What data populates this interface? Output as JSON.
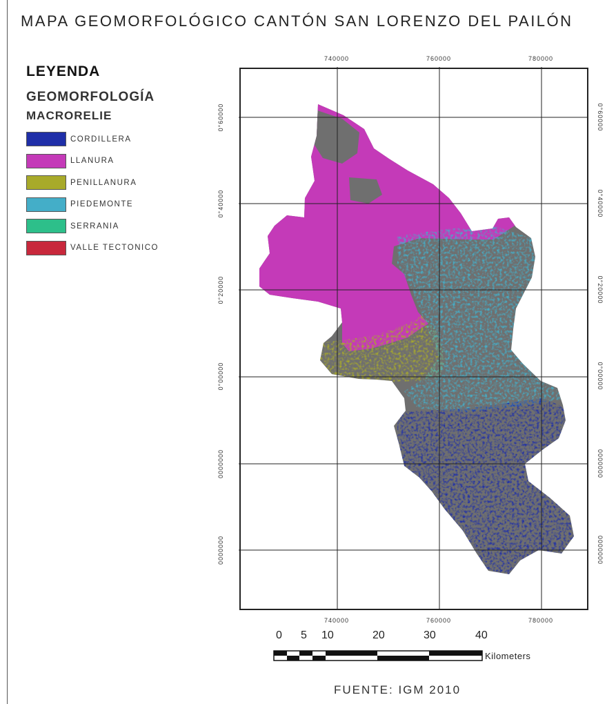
{
  "title": "MAPA GEOMORFOLÓGICO CANTÓN SAN LORENZO DEL PAILÓN",
  "legend": {
    "title": "LEYENDA",
    "subtitle": "GEOMORFOLOGÍA",
    "group": "MACRORELIE",
    "items": [
      {
        "label": "CORDILLERA",
        "color": "#1f2fa8"
      },
      {
        "label": "LLANURA",
        "color": "#c43ab8"
      },
      {
        "label": "PENILLANURA",
        "color": "#a8aa2a"
      },
      {
        "label": "PIEDEMONTE",
        "color": "#44aec8"
      },
      {
        "label": "SERRANIA",
        "color": "#2dbf8a"
      },
      {
        "label": "VALLE TECTONICO",
        "color": "#c8283c"
      }
    ]
  },
  "grid": {
    "x_labels": [
      "740000",
      "760000",
      "780000"
    ],
    "y_labels": [
      "0°60000",
      "0°40000",
      "0°20000",
      "0°00000",
      "0000000",
      "0000000"
    ]
  },
  "scale": {
    "ticks": [
      "0",
      "5",
      "10",
      "20",
      "30",
      "40"
    ],
    "unit": "Kilometers"
  },
  "colors": {
    "background_region": "#6f6f6f",
    "frame": "#222222"
  },
  "source": "FUENTE: IGM 2010"
}
